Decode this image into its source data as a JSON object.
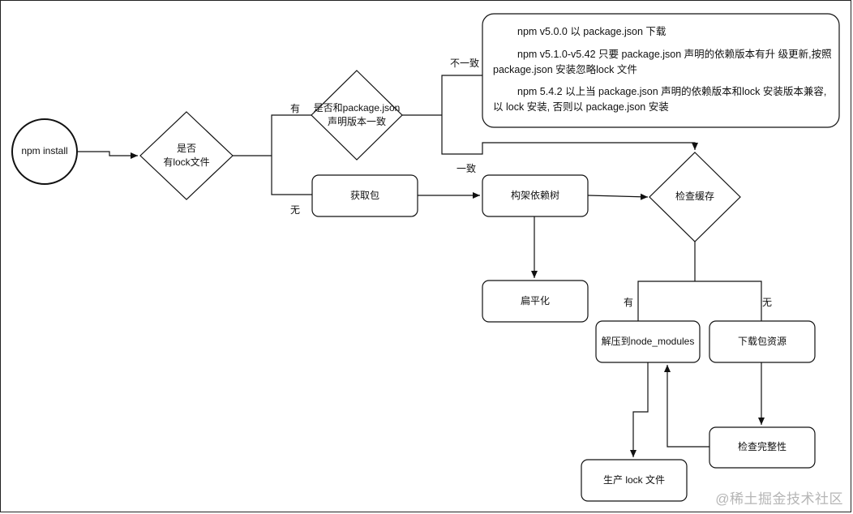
{
  "nodes": {
    "start": "npm install",
    "has_lock": "是否\n有lock文件",
    "match_check": "是否和package.json\n声明版本一致",
    "fetch": "获取包",
    "build_tree": "构架依赖树",
    "flatten": "扁平化",
    "check_cache": "检查缓存",
    "unzip": "解压到node_modules",
    "download": "下载包资源",
    "integrity": "检查完整性",
    "gen_lock": "生产 lock 文件"
  },
  "edges": {
    "has_yes": "有",
    "has_no": "无",
    "mismatch": "不一致",
    "match": "一致",
    "cache_yes": "有",
    "cache_no": "无"
  },
  "note": {
    "lines": [
      "npm v5.0.0 以  package.json 下载",
      "npm v5.1.0-v5.42 只要 package.json 声明的依赖版本有升  级更新,按照 package.json 安装忽略lock 文件",
      "npm 5.4.2 以上当  package.json 声明的依赖版本和lock 安装版本兼容, 以 lock 安装, 否则以 package.json 安装"
    ]
  },
  "watermark": "@稀土掘金技术社区"
}
